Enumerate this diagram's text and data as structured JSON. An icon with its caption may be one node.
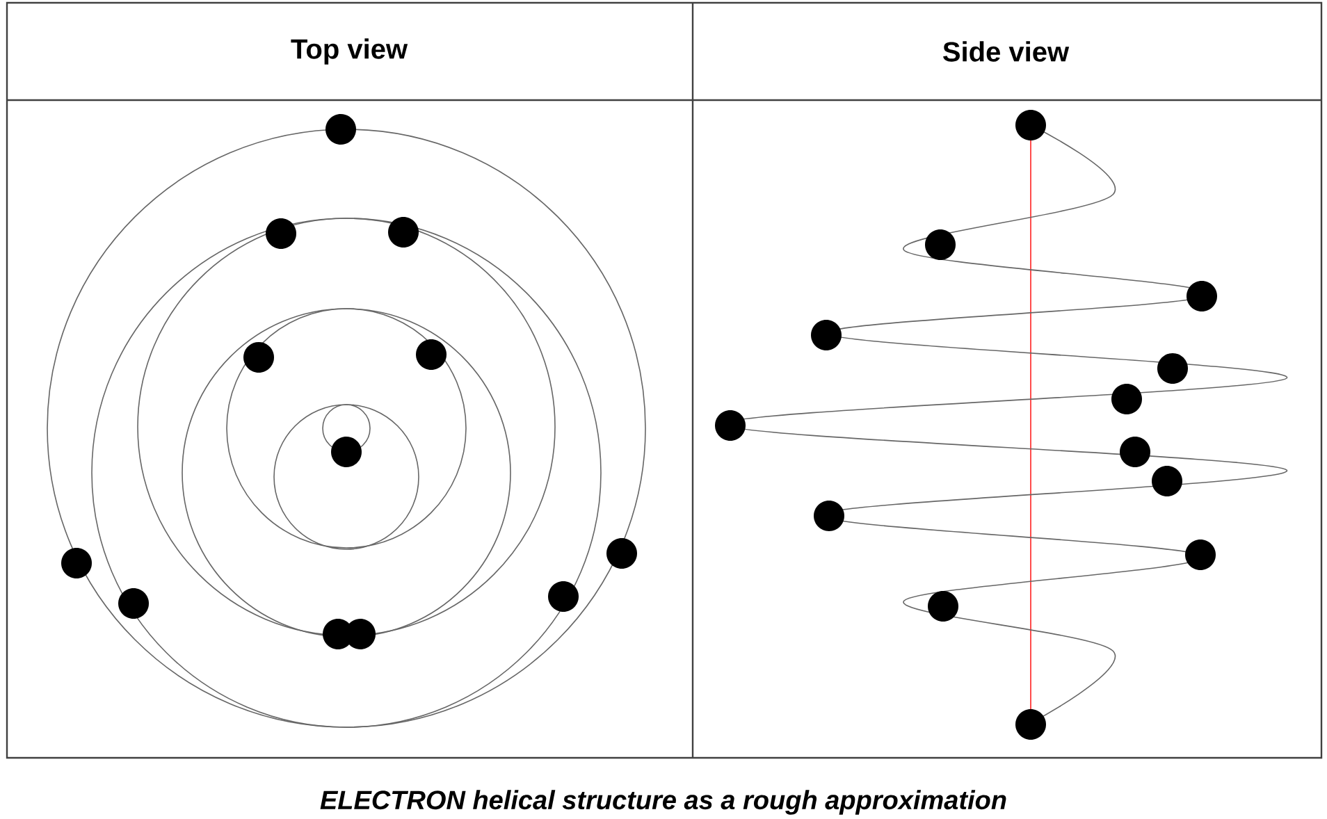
{
  "diagram": {
    "caption": "ELECTRON helical structure as a rough approximation",
    "labels": [
      "Top view",
      "Side view"
    ]
  }
}
